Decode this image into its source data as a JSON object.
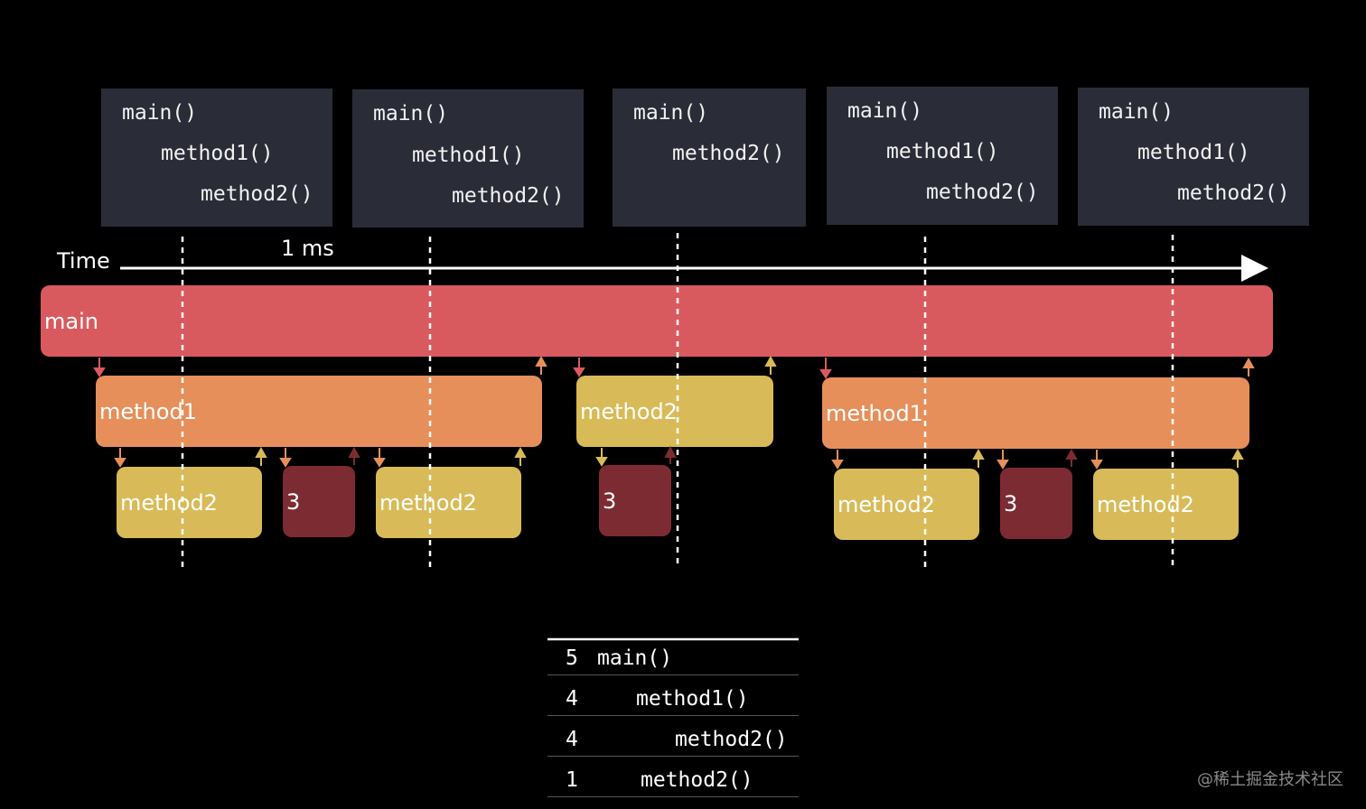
{
  "stacks": [
    {
      "lines": [
        "main()",
        "method1()",
        "method2()"
      ]
    },
    {
      "lines": [
        "main()",
        "method1()",
        "method2()"
      ]
    },
    {
      "lines": [
        "main()",
        "method2()"
      ]
    },
    {
      "lines": [
        "main()",
        "method1()",
        "method2()"
      ]
    },
    {
      "lines": [
        "main()",
        "method1()",
        "method2()"
      ]
    }
  ],
  "timeline": {
    "time_label": "Time",
    "interval_label": "1 ms"
  },
  "bars": {
    "main": "main",
    "m1a": "method1",
    "m2a": "method2",
    "m3a": "3",
    "m2b": "method2",
    "m2c": "method2",
    "m3b": "3",
    "m1b": "method1",
    "m2d": "method2",
    "m3c": "3",
    "m2e": "method2"
  },
  "summary_table": [
    {
      "count": "5",
      "fn": "main()"
    },
    {
      "count": "4",
      "fn": "method1()"
    },
    {
      "count": "4",
      "fn": "method2()"
    },
    {
      "count": "1",
      "fn": "method2()"
    }
  ],
  "watermark": "@稀土掘金技术社区",
  "colors": {
    "main": "#d95a5e",
    "method1": "#e68f5a",
    "method2": "#d8bb58",
    "three": "#7d2b32",
    "stack_bg": "#2a2c37"
  }
}
